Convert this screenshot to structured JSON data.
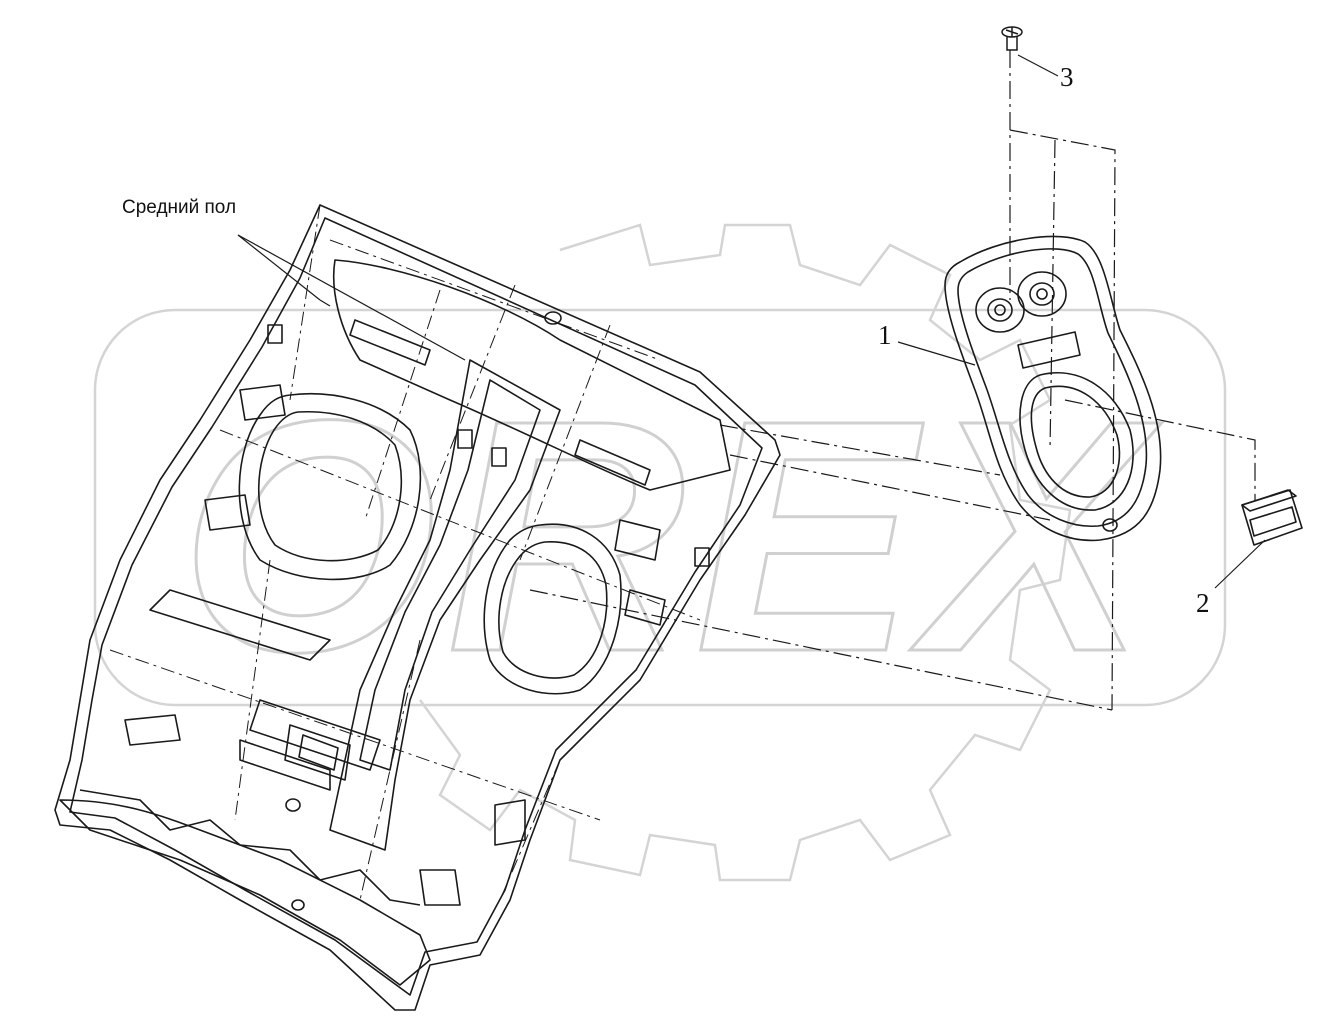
{
  "diagram": {
    "floor_label": "Средний пол",
    "callouts": [
      {
        "id": "1",
        "text": "1"
      },
      {
        "id": "2",
        "text": "2"
      },
      {
        "id": "3",
        "text": "3"
      }
    ],
    "watermark": "OREX"
  },
  "colors": {
    "line": "#1a1a1a",
    "watermark": "#d9d9d9"
  }
}
